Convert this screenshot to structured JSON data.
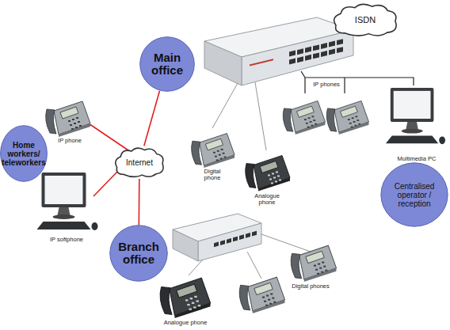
{
  "diagram": {
    "nodes": [
      {
        "text": [
          "ISDN"
        ]
      },
      {
        "text": [
          "Main office"
        ]
      },
      {
        "text": [
          "Home workers/ teleworkers"
        ]
      },
      {
        "text": [
          "Internet"
        ]
      },
      {
        "text": [
          "Centralised operator / reception"
        ]
      },
      {
        "text": [
          "Branch office"
        ]
      }
    ],
    "edges": [
      {
        "from": 3,
        "to": 1,
        "arrow": "none"
      },
      {
        "from": 3,
        "to": 5,
        "arrow": "none"
      }
    ],
    "labels": [
      "IP phone",
      "IP softphone",
      "Digital phone",
      "Analogue phone",
      "IP phones",
      "Multimedia PC",
      "Analogue phone",
      "Digital phones"
    ]
  }
}
